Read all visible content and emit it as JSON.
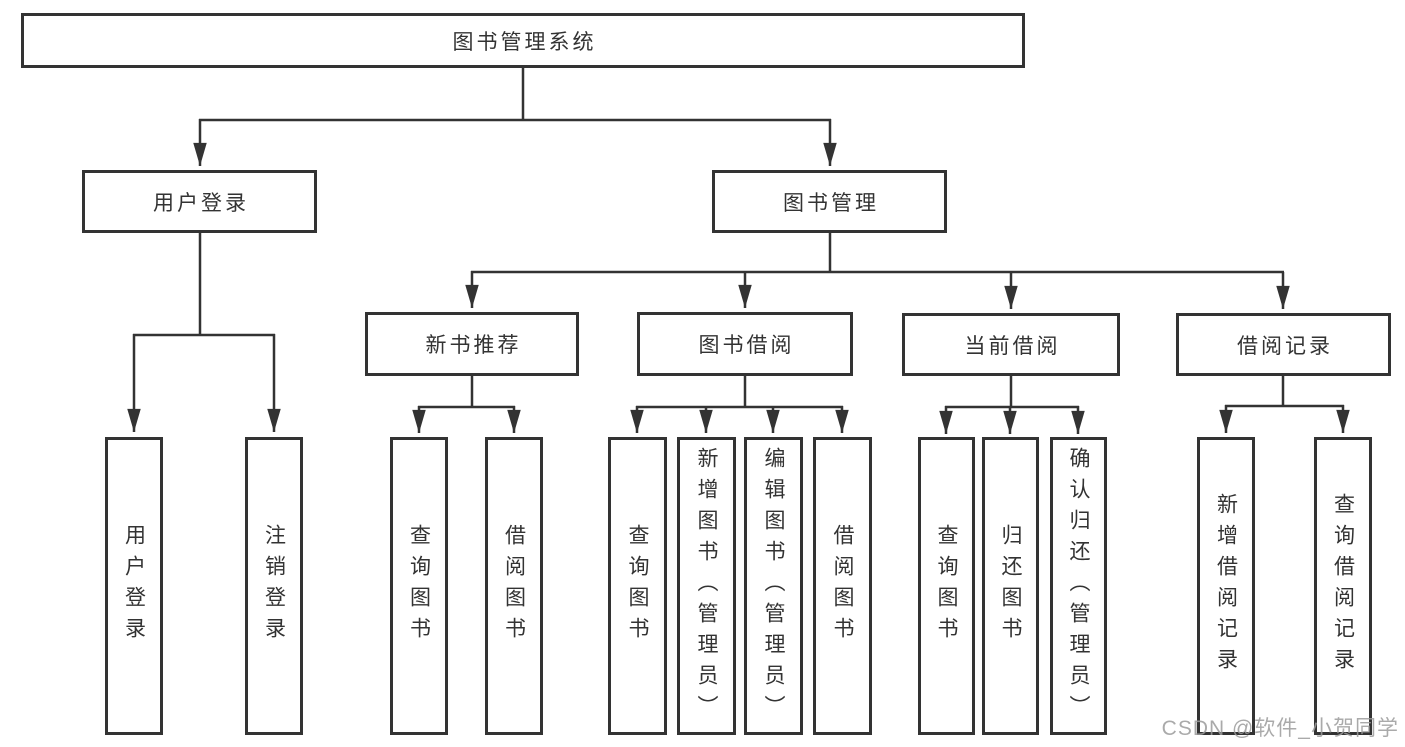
{
  "diagram": {
    "root": {
      "label": "图书管理系统"
    },
    "level1": [
      {
        "label": "用户登录"
      },
      {
        "label": "图书管理"
      }
    ],
    "level2": [
      {
        "label": "新书推荐"
      },
      {
        "label": "图书借阅"
      },
      {
        "label": "当前借阅"
      },
      {
        "label": "借阅记录"
      }
    ],
    "leaves": {
      "user_login": [
        "用户登录",
        "注销登录"
      ],
      "new_book": [
        "查询图书",
        "借阅图书"
      ],
      "book_borrow": [
        "查询图书",
        "新增图书（管理员）",
        "编辑图书（管理员）",
        "借阅图书"
      ],
      "current_borrow": [
        "查询图书",
        "归还图书",
        "确认归还（管理员）"
      ],
      "borrow_record": [
        "新增借阅记录",
        "查询借阅记录"
      ]
    }
  },
  "watermark": "CSDN @软件_小贺同学",
  "colors": {
    "line": "#333333",
    "text": "#333333",
    "background": "#ffffff",
    "watermark": "#9c9c9c"
  }
}
